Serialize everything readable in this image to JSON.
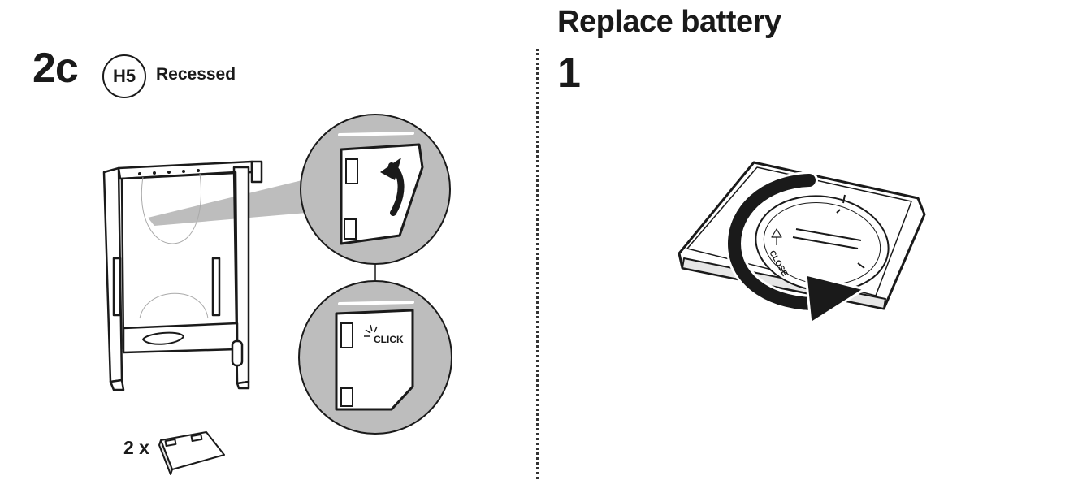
{
  "left_panel": {
    "step_label": "2c",
    "variant_badge": "H5",
    "variant_text": "Recessed",
    "quantity_label": "2 x",
    "click_label": "CLICK"
  },
  "right_panel": {
    "section_title": "Replace battery",
    "step_number": "1",
    "dial_label": "CLOSE"
  },
  "colors": {
    "ink": "#1a1a1a",
    "callout_gray": "#bdbdbd",
    "part_white": "#ffffff"
  },
  "icons": [
    "click-burst-icon",
    "rotate-arrow-icon",
    "twist-arrow-icon"
  ]
}
